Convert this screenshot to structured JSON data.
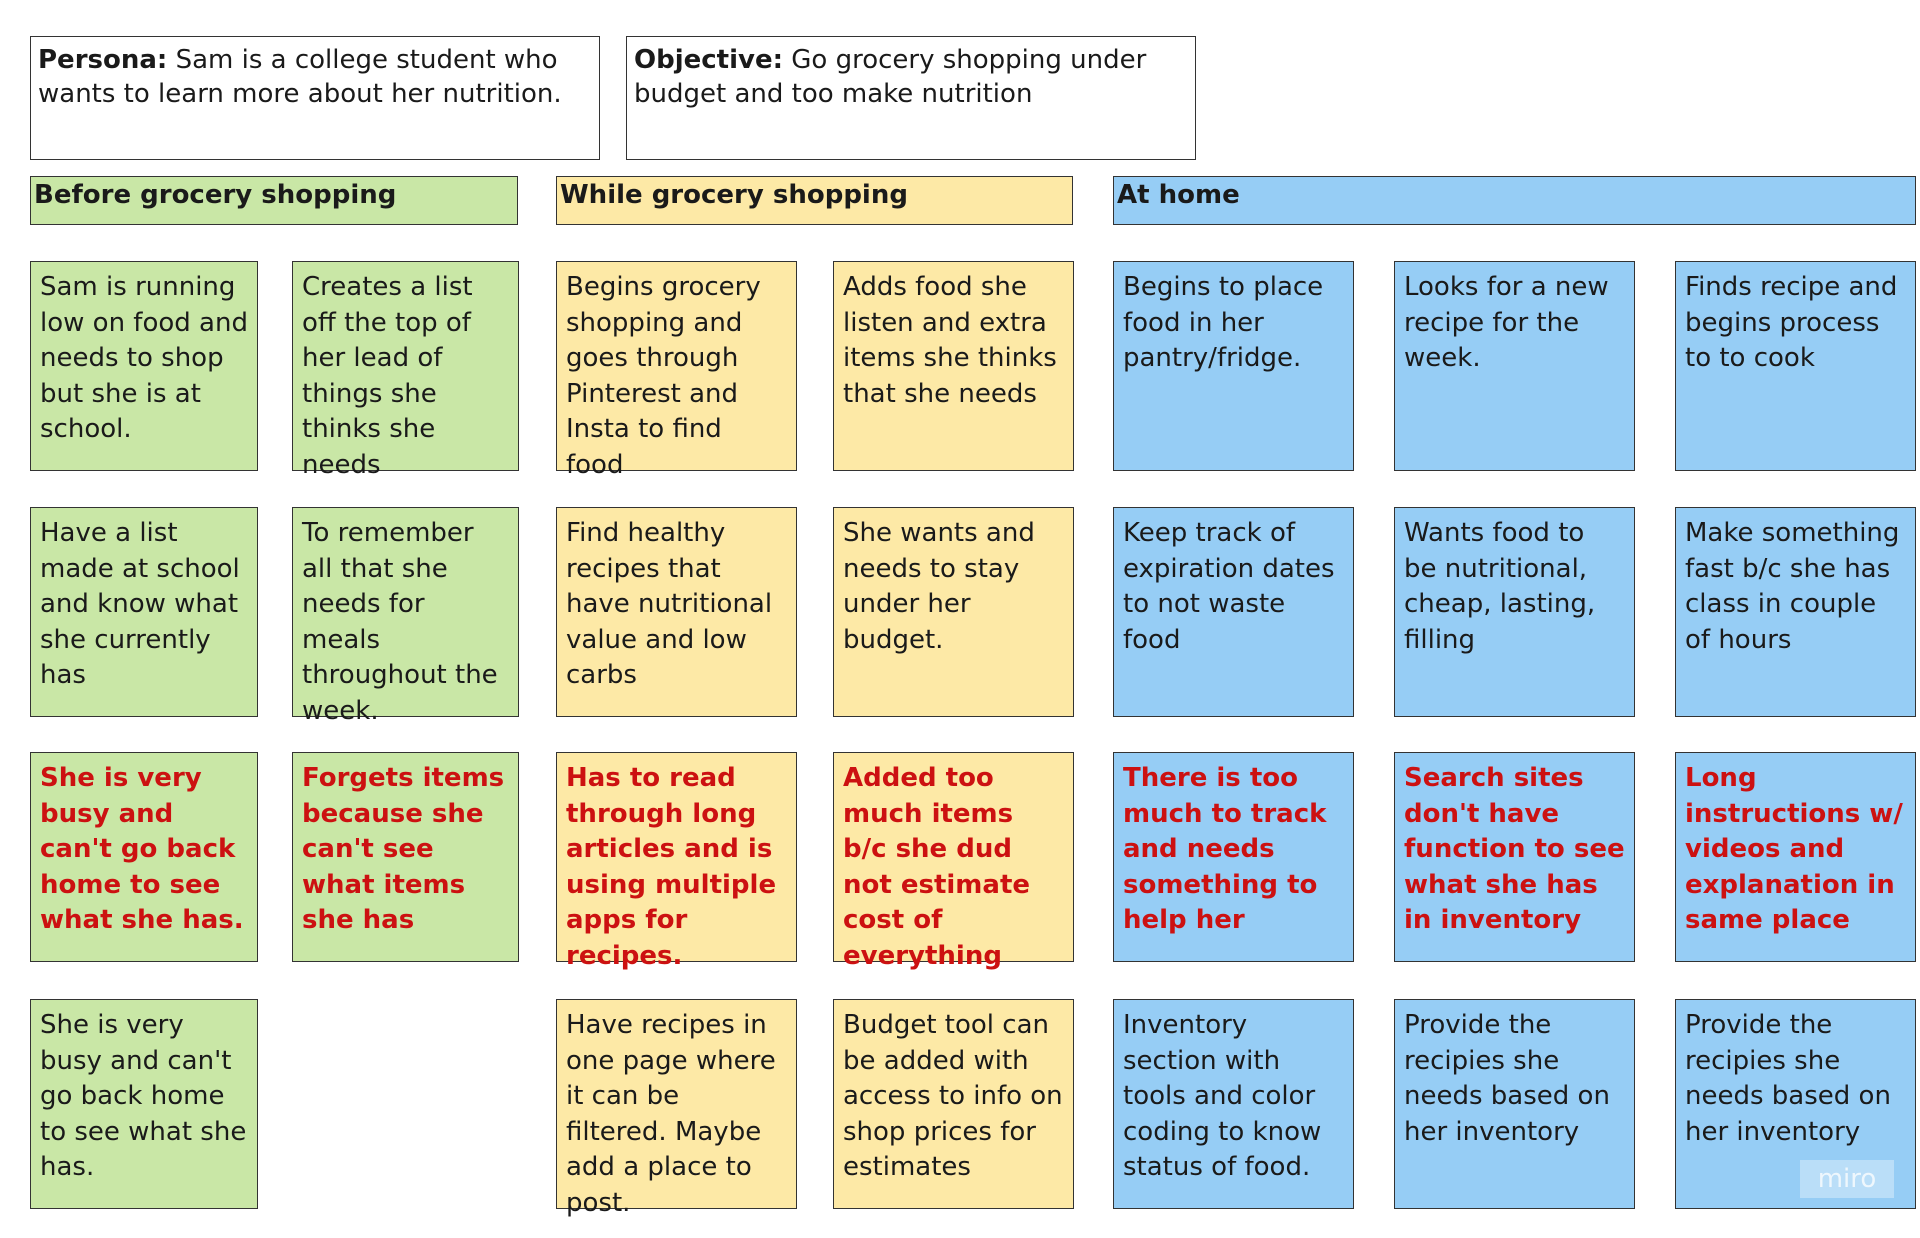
{
  "persona": {
    "label": "Persona:",
    "text": " Sam is a college student who wants to learn more about her nutrition."
  },
  "objective": {
    "label": "Objective:",
    "text": " Go grocery shopping under budget and too make nutrition"
  },
  "phases": [
    {
      "title": "Before grocery shopping"
    },
    {
      "title": "While grocery shopping"
    },
    {
      "title": "At home"
    }
  ],
  "notes": [
    "Sam is running low on food and needs to shop but she is at school.",
    "Creates a list off the top of her lead of things she thinks she needs",
    "Begins grocery shopping and goes through Pinterest and Insta to find food",
    "Adds food she listen and extra items she thinks that she needs",
    "Begins to place food in her pantry/fridge.",
    "Looks for a new recipe for the week.",
    "Finds recipe and begins process to to cook",
    "Have a list made at school and know what she currently has",
    "To remember all that she needs for meals throughout the week.",
    "Find healthy recipes that have nutritional value and low carbs",
    "She wants and needs to stay under her budget.",
    "Keep track of expiration dates to not waste food",
    "Wants food to be  nutritional, cheap, lasting, filling",
    "Make something fast b/c she has class in couple of hours",
    "She is very busy and can't go back home to see what she has.",
    "Forgets items because she can't see what items she has",
    "Has to read through long articles and is using multiple apps for recipes.",
    "Added too much items b/c she dud not estimate cost of everything",
    "There is too much to track and needs something to help her",
    "Search sites don't have function to see what she has in inventory",
    "Long instructions w/ videos and explanation in same place",
    "She is very busy and can't go back home to see what she has.",
    "Have recipes in one page where it can be filtered. Maybe add a place to post.",
    "Budget tool can be added with access to info on shop prices for estimates",
    "Inventory section with tools and color coding to know status of food.",
    "Provide the recipies she needs based on her inventory",
    "Provide the recipies she needs based on her inventory"
  ],
  "colors": {
    "green": "#c9e7a6",
    "yellow": "#fde9a6",
    "blue": "#96cdf5",
    "pain_text": "#cc1111"
  },
  "watermark": "miro"
}
